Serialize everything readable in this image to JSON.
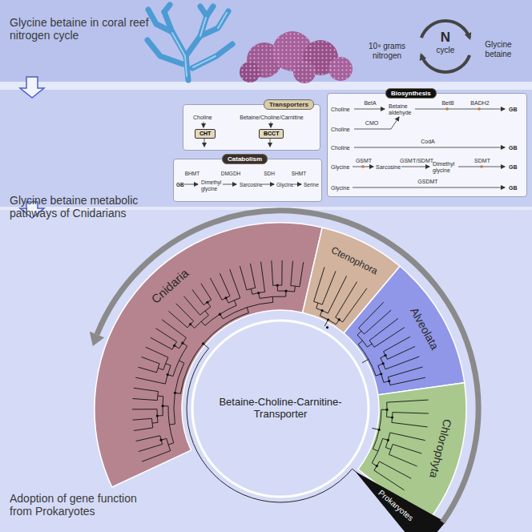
{
  "diagram": {
    "nodes": [
      {
        "text": [
          "Glycine betaine in coral reef nitrogen cycle"
        ]
      },
      {
        "text": [
          "Glycine betaine metabolic pathways of Cnidarians"
        ]
      },
      {
        "text": [
          "Transporters"
        ],
        "in": 1
      },
      {
        "text": [
          "CHT"
        ],
        "in": 2
      },
      {
        "text": [
          "BCCT"
        ],
        "in": 2
      },
      {
        "text": [
          "Catabolism"
        ],
        "in": 1
      },
      {
        "text": [
          "Biosynthesis"
        ],
        "in": 1
      },
      {
        "text": [
          "Adoption of gene function from Prokaryotes"
        ]
      },
      {
        "text": [
          "Cnidaria"
        ],
        "in": 7
      },
      {
        "text": [
          "Ctenophora"
        ],
        "in": 7
      },
      {
        "text": [
          "Alveolata"
        ],
        "in": 7
      },
      {
        "text": [
          "Chlorophyta"
        ],
        "in": 7
      },
      {
        "text": [
          "Prokaryotes"
        ],
        "in": 7
      }
    ],
    "edges": [
      {
        "from": 0,
        "to": 1,
        "arrow": "to"
      },
      {
        "from": 1,
        "to": 7,
        "arrow": "to"
      }
    ],
    "labels": [
      "10⁹ grams nitrogen",
      "N",
      "cycle",
      "Glycine betaine",
      "Choline",
      "Betaine/Choline/Carnitine",
      "GB",
      "BHMT",
      "Dimethyl glycine",
      "DMGDH",
      "Sarcosine",
      "SDH",
      "Glycine",
      "SHMT",
      "Serine",
      "Choline",
      "BetA",
      "Betaine aldehyde",
      "BetB",
      "BADH2",
      "GB",
      "Choline",
      "CMO",
      "Choline",
      "CodA",
      "GB",
      "Glycine",
      "GSMT",
      "Sarcosine",
      "GSMT/SDMT",
      "Dimethyl glycine",
      "SDMT",
      "GB",
      "Glycine",
      "GSDMT",
      "GB",
      "Betaine-Choline-Carnitine-Transporter"
    ]
  }
}
